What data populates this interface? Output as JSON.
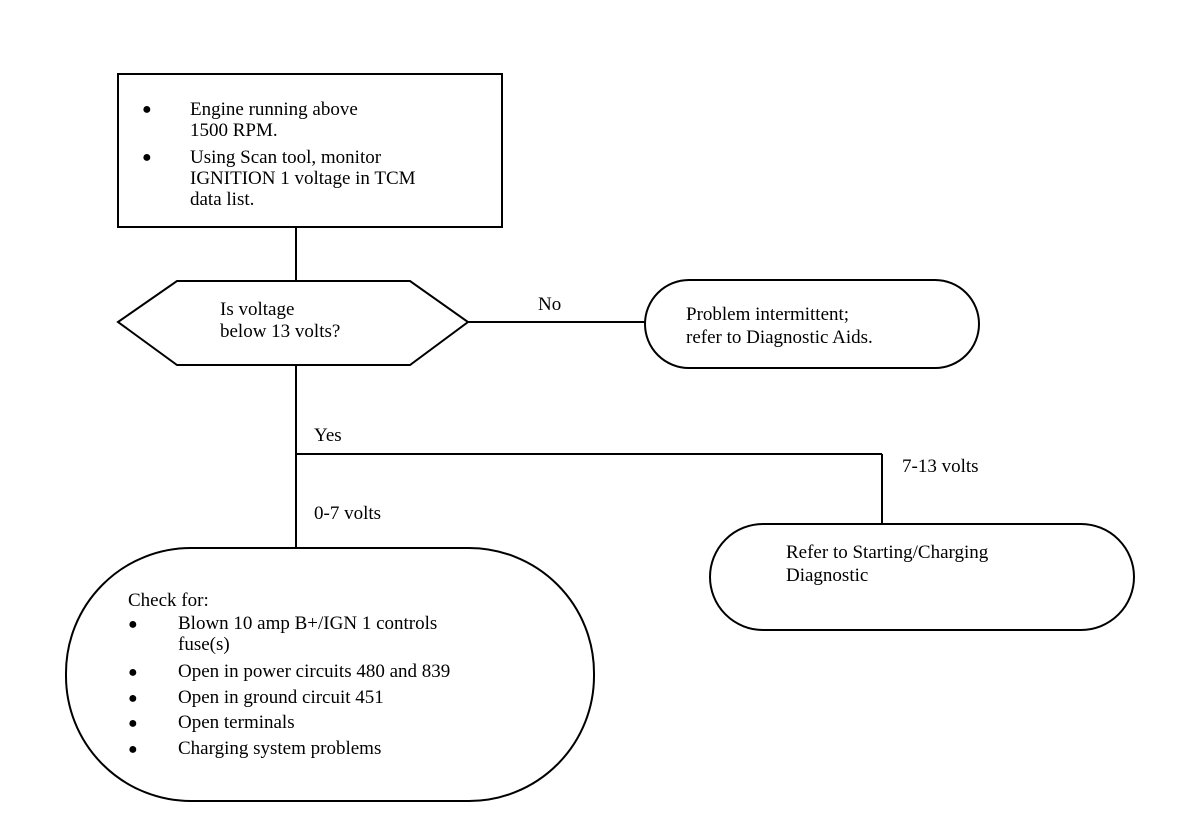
{
  "start_box": {
    "items": [
      {
        "lines": [
          "Engine running above",
          "1500 RPM."
        ]
      },
      {
        "lines": [
          "Using Scan tool, monitor",
          "IGNITION 1 voltage in TCM",
          "data list."
        ]
      }
    ]
  },
  "decision": {
    "lines": [
      "Is voltage",
      "below 13 volts?"
    ]
  },
  "edges": {
    "no": "No",
    "yes": "Yes",
    "high": "7-13 volts",
    "low": "0-7 volts"
  },
  "intermittent": {
    "lines": [
      "Problem intermittent;",
      "refer to Diagnostic Aids."
    ]
  },
  "starting": {
    "lines": [
      "Refer to Starting/Charging",
      "Diagnostic"
    ]
  },
  "check": {
    "title": "Check for:",
    "items": [
      {
        "lines": [
          "Blown 10 amp B+/IGN 1 controls",
          "fuse(s)"
        ]
      },
      {
        "lines": [
          "Open in power circuits 480 and 839"
        ]
      },
      {
        "lines": [
          "Open in ground circuit 451"
        ]
      },
      {
        "lines": [
          "Open terminals"
        ]
      },
      {
        "lines": [
          "Charging system problems"
        ]
      }
    ]
  }
}
